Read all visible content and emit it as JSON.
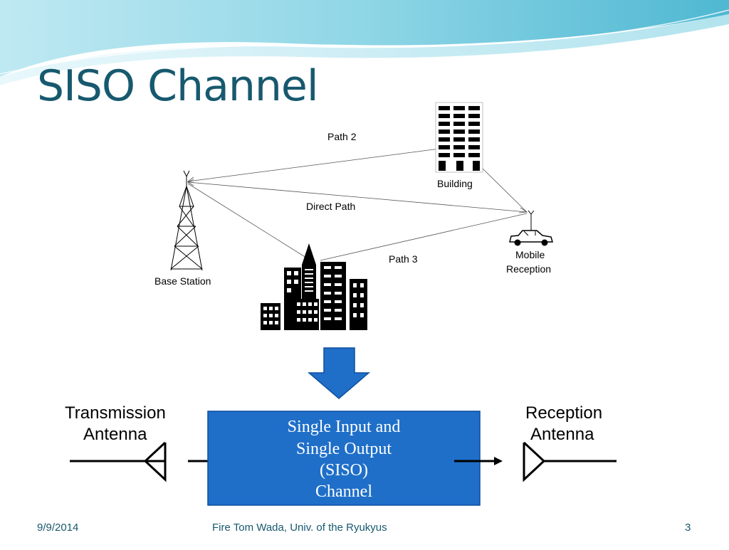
{
  "slide": {
    "title": "SISO Channel",
    "footer_date": "9/9/2014",
    "footer_author": "Fire Tom Wada, Univ. of the Ryukyus",
    "page_number": "3"
  },
  "scene": {
    "path2_label": "Path 2",
    "building_label": "Building",
    "direct_path_label": "Direct  Path",
    "path3_label": "Path 3",
    "mobile_label_1": "Mobile",
    "mobile_label_2": "Reception",
    "base_station_label": "Base Station"
  },
  "block_diagram": {
    "tx_label_1": "Transmission",
    "tx_label_2": "Antenna",
    "rx_label_1": "Reception",
    "rx_label_2": "Antenna",
    "box_line_1": "Single Input and",
    "box_line_2": "Single Output",
    "box_line_3": "(SISO)",
    "box_line_4": "Channel"
  },
  "colors": {
    "title": "#17596e",
    "box_fill": "#1f6fc9",
    "box_border": "#0d4fa0",
    "arrow_fill": "#1f6fc9",
    "wave_light": "#9fdcea",
    "wave_mid": "#5cc1d8"
  }
}
